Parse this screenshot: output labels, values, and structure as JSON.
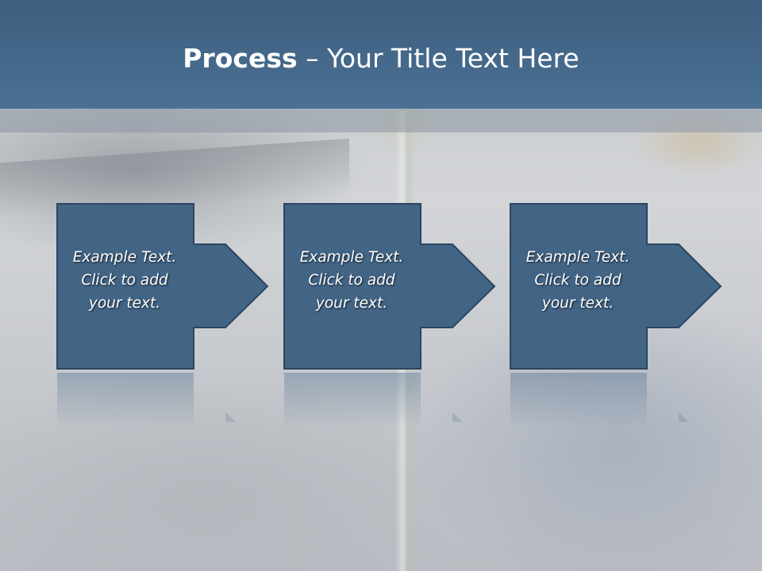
{
  "slide": {
    "title_bold": "Process",
    "title_rest": " – Your Title Text Here"
  },
  "steps": [
    {
      "lines": [
        "Example Text.",
        "Click  to add",
        "your text."
      ]
    },
    {
      "lines": [
        "Example Text.",
        "Click  to add",
        "your text."
      ]
    },
    {
      "lines": [
        "Example Text.",
        "Click  to add",
        "your text."
      ]
    }
  ],
  "colors": {
    "header": "#4a7094",
    "box_fill": "#426485",
    "box_border": "#2c4660"
  }
}
